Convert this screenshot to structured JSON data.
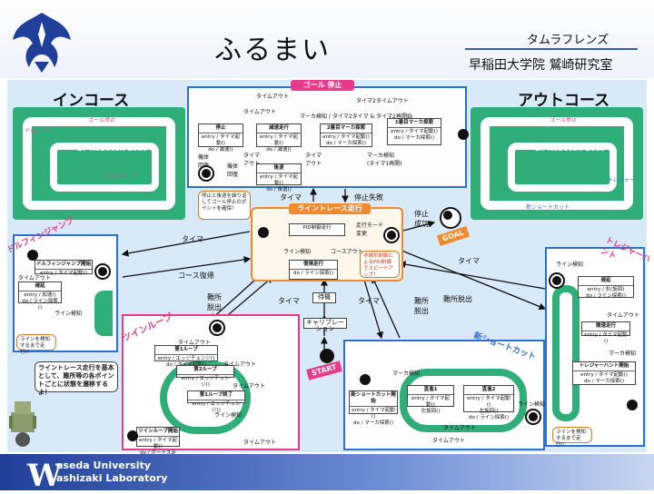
{
  "header": {
    "title": "ふるまい",
    "team": "タムラフレンズ",
    "lab": "早稲田大学院 鷲崎研究室"
  },
  "sections": {
    "in_course": "インコース",
    "out_course": "アウトコース"
  },
  "colors": {
    "footer": "#1f3f9a",
    "canvas": "#d8e9f7",
    "goal_banner": "#e83a8a",
    "linetrace_banner": "#f08a2c",
    "track": "#2fae7a"
  },
  "footer": {
    "logo_letter": "W",
    "line1": "aseda University",
    "line2": "ashizaki Laboratory"
  },
  "course_maps": {
    "left": {
      "title": "ET Robocon 2009",
      "tags": [
        "ゴール停止",
        "ドルフィン",
        "ツインループ"
      ]
    },
    "right": {
      "title": "ET Robocon 2009",
      "tags": [
        "ゴール停止",
        "トレジャー",
        "新ショートカット"
      ]
    }
  },
  "goal_panel": {
    "banner": "ゴール 停止",
    "states": [
      {
        "name": "停止",
        "body": "entry / タイマ起動()\ndo / 減速()"
      },
      {
        "name": "減速走行",
        "body": "entry / タイマ起動()\ndo / 減速()"
      },
      {
        "name": "2番目マーカ探索",
        "body": "entry / タイマ起動()\ndo / マーカ探索()"
      },
      {
        "name": "1番目マーカ探索",
        "body": "entry / タイマ起動()\ndo / マーカ探索()"
      },
      {
        "name": "後退",
        "body": "entry / タイマ起動()\ndo / 後退()"
      }
    ],
    "labels": [
      "タイムアウト",
      "タイマ2タイムアウト",
      "マーカ検知 / タイマ2タイマ & タイマ2再開始",
      "タイムアウト",
      "マーカ検知\n(タイマ1再開)",
      "機体\n回復",
      "タイマ\nアウト",
      "機体\n回復",
      "タイマ\nアウト"
    ],
    "note": "停止と後退を繰り返してゴール停止のポイントを確保！"
  },
  "linetrace": {
    "banner": "ライントレース走行",
    "states": [
      {
        "name": "PID制御走行",
        "body": ""
      },
      {
        "name": "復帰走行",
        "body": "do / ライン探索()"
      }
    ],
    "labels": [
      "走行モード\n変更",
      "ライン検知",
      "コースアウト"
    ],
    "note": "非線形制御によるPID制御でスピードアップ！",
    "goal_tag": "GOAL",
    "stop_success": "停止\n成功"
  },
  "arrows": {
    "timer": "タイマ",
    "stop_fail": "停止失敗",
    "course_return": "コース復帰",
    "hard_exit": "難所\n脱出",
    "hard_exit2": "難所脱出"
  },
  "small_states": {
    "wait": "待機",
    "calibration": "キャリブレーション",
    "start": "START"
  },
  "dolphin": {
    "banner": "ドルフィンジャンプ",
    "states": [
      {
        "name": "ドルフィンジャンプ開始",
        "body": "entry / タイマ起動()"
      },
      {
        "name": "遅延",
        "body": "entry / 加速()\ndo / ライン探索()"
      }
    ],
    "labels": [
      "タイムアウト",
      "ライン検知"
    ],
    "note": "ラインを検知するまで走行!!"
  },
  "twinloop": {
    "banner": "ツインループ",
    "states": [
      {
        "name": "第1ループ",
        "body": "entry / エッジチェンジ()\ndo / タイマ起動()"
      },
      {
        "name": "第2ループ",
        "body": "entry / エッジチェンジ()"
      },
      {
        "name": "第1ループ終了",
        "body": "entry / エッジチェンジ()"
      },
      {
        "name": "ツインループ開始",
        "body": "entry / タイマ起動()\ndo / ボーナス走行()"
      }
    ],
    "labels": [
      "タイムアウト",
      "タイムアウト",
      "タイムアウト",
      "ライン検知",
      "タイムアウト"
    ]
  },
  "treasure": {
    "banner": "トレジャーハント",
    "states": [
      {
        "name": "遅延",
        "body": "entry / 右(旋回)\ndo / ライン探索()"
      },
      {
        "name": "微速走行",
        "body": "entry / タイマ起動()"
      },
      {
        "name": "トレジャーハント開始",
        "body": "entry / タイマ起動()\ndo / マーカ探索()"
      }
    ],
    "labels": [
      "タイムアウト",
      "ライン検知",
      "マーカ検知"
    ],
    "note": "ラインを検知するまで走行!!"
  },
  "shortcut": {
    "banner": "新ショートカット",
    "states": [
      {
        "name": "新ショートカット開始",
        "body": "entry / タイマ起動()\ndo / マーカ探索()"
      },
      {
        "name": "直進1",
        "body": "entry / タイマ起動()\n左旋回()"
      },
      {
        "name": "直進2",
        "body": "entry / タイマ起動()\n左旋回()\ndo / ライン探索()"
      }
    ],
    "labels": [
      "マーカ検知",
      "タイムアウト",
      "ライン検知",
      "タイムアウト"
    ]
  },
  "speech": "ライントレース走行を基本として、難所等の各ポイントごとに状態を遷移するよ！"
}
